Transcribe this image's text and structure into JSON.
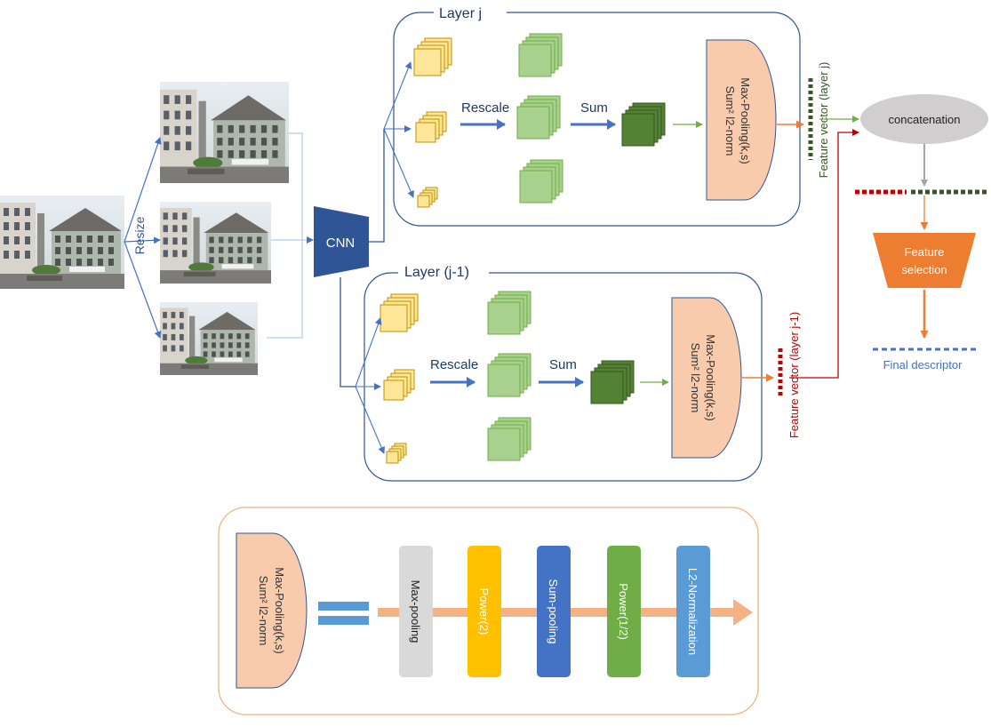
{
  "labels": {
    "resize": "Resize",
    "cnn": "CNN",
    "layer_j": "Layer j",
    "layer_j1": "Layer (j-1)",
    "rescale": "Rescale",
    "sum": "Sum",
    "pool_line1": "Max-Pooling(k,s)",
    "pool_line2": "Sum² l2-norm",
    "fv_j": "Feature vector (layer j)",
    "fv_j1": "Feature vector (layer j-1)",
    "concatenation": "concatenation",
    "feature_selection_line1": "Feature",
    "feature_selection_line2": "selection",
    "final_descriptor": "Final descriptor"
  },
  "pipeline": {
    "steps": [
      {
        "label": "Max-pooling",
        "color": "#d9d9d9",
        "text_color": "#222222"
      },
      {
        "label": "Power(2)",
        "color": "#ffc000",
        "text_color": "#ffffff"
      },
      {
        "label": "Sum-pooling",
        "color": "#4472c4",
        "text_color": "#ffffff"
      },
      {
        "label": "Power(1/2)",
        "color": "#70ad47",
        "text_color": "#ffffff"
      },
      {
        "label": "L2-Normalization",
        "color": "#5b9bd5",
        "text_color": "#ffffff"
      }
    ]
  },
  "colors": {
    "blue": "#4472c4",
    "cnn": "#2f5597",
    "peach": "#f8cbad",
    "orange": "#ed7d31",
    "green_arrow": "#70ad47",
    "red": "#c00000",
    "dark_green": "#375623",
    "yellow_map": "#ffe699",
    "light_green_map": "#a9d18e",
    "dark_green_map": "#548235"
  }
}
